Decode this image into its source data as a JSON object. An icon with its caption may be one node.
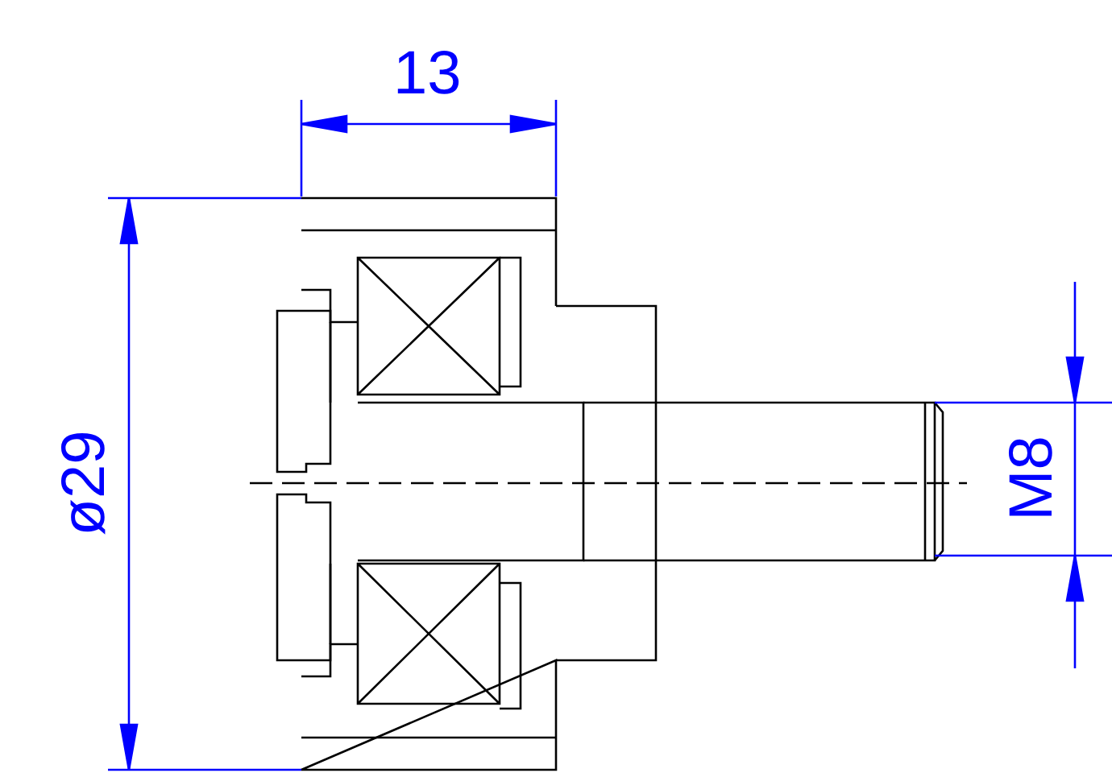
{
  "diagram": {
    "labels": [
      "13",
      "ø29",
      "M8"
    ]
  }
}
